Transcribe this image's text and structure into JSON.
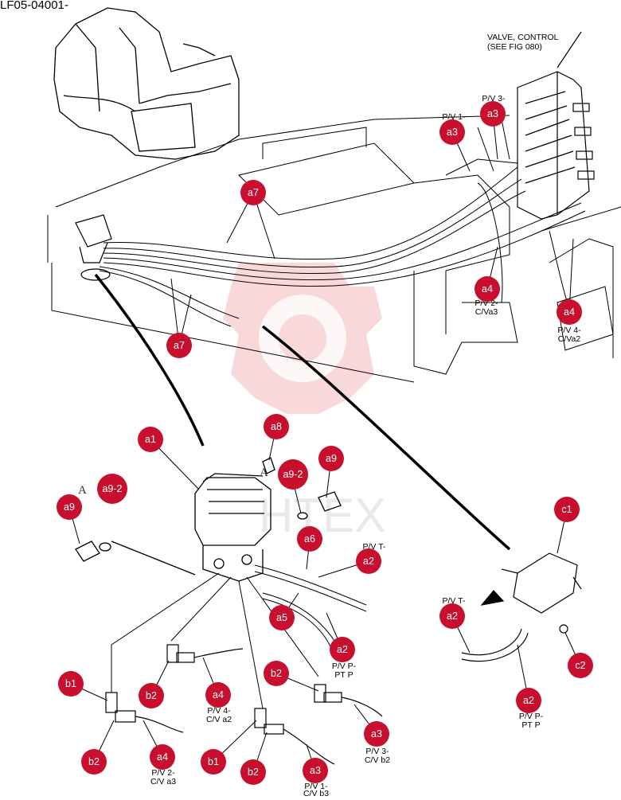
{
  "doc": {
    "code": "LF05-04001-",
    "note_valve": [
      "VALVE, CONTROL",
      "(SEE FIG 080)"
    ],
    "watermark": "HTEX"
  },
  "colors": {
    "badge": "#c8102e",
    "line": "#000000",
    "watermark": "#f2b3b3"
  },
  "callouts": [
    {
      "id": "a3-top-a",
      "label": "a3"
    },
    {
      "id": "a3-top-b",
      "label": "a3"
    },
    {
      "id": "a7-top",
      "label": "a7"
    },
    {
      "id": "a7-mid",
      "label": "a7"
    },
    {
      "id": "a4-mid-left",
      "label": "a4"
    },
    {
      "id": "a4-mid-right",
      "label": "a4"
    },
    {
      "id": "a1",
      "label": "a1"
    },
    {
      "id": "a8",
      "label": "a8"
    },
    {
      "id": "a9-right",
      "label": "a9"
    },
    {
      "id": "a9-left",
      "label": "a9"
    },
    {
      "id": "a9-2",
      "label": "a9-2"
    },
    {
      "id": "a9-2-mid",
      "label": "a9-2"
    },
    {
      "id": "a6",
      "label": "a6"
    },
    {
      "id": "a2-upper",
      "label": "a2"
    },
    {
      "id": "a5",
      "label": "a5"
    },
    {
      "id": "a2-lower",
      "label": "a2"
    },
    {
      "id": "c1",
      "label": "c1"
    },
    {
      "id": "a2-right-top",
      "label": "a2"
    },
    {
      "id": "c2",
      "label": "c2"
    },
    {
      "id": "a2-right-bot",
      "label": "a2"
    },
    {
      "id": "b1-left",
      "label": "b1"
    },
    {
      "id": "b2-left-a",
      "label": "b2"
    },
    {
      "id": "a4-low-a",
      "label": "a4"
    },
    {
      "id": "b2-mid",
      "label": "b2"
    },
    {
      "id": "a3-low-a",
      "label": "a3"
    },
    {
      "id": "b2-left-b",
      "label": "b2"
    },
    {
      "id": "a4-low-b",
      "label": "a4"
    },
    {
      "id": "b1-mid",
      "label": "b1"
    },
    {
      "id": "b2-mid-b",
      "label": "b2"
    },
    {
      "id": "a3-low-b",
      "label": "a3"
    }
  ],
  "port_labels": {
    "p1_top": "P/V 1-",
    "p3_top": "P/V 3-",
    "pv2": [
      "P/V 2-",
      "C/Va3"
    ],
    "pv4": [
      "P/V 4-",
      "C/Va2"
    ],
    "pvt_mid": "P/V T-",
    "pvp_mid": [
      "P/V P-",
      "PT P"
    ],
    "pvt_right": "P/V T-",
    "pvp_right": [
      "P/V P-",
      "PT P"
    ],
    "pv4_low": [
      "P/V 4-",
      "C/V a2"
    ],
    "pv3_low": [
      "P/V 3-",
      "C/V b2"
    ],
    "pv2_low": [
      "P/V 2-",
      "C/V a3"
    ],
    "pv1_low": [
      "P/V 1-",
      "C/V b3"
    ],
    "a_label": "A"
  }
}
